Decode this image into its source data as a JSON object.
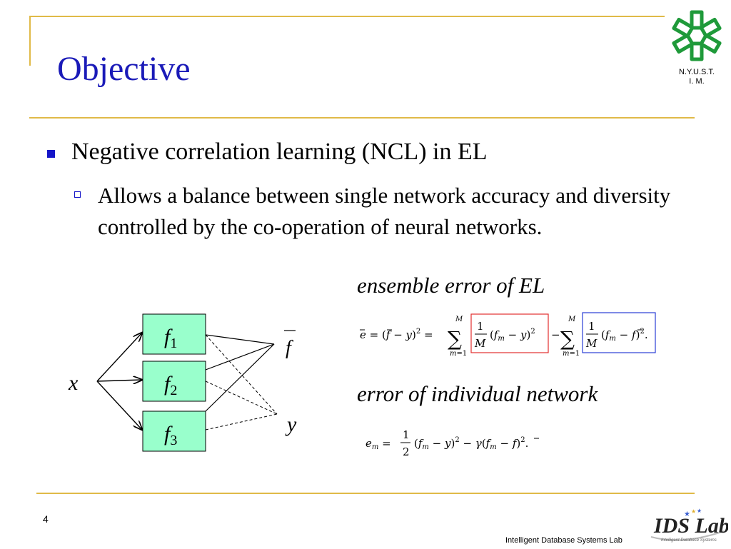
{
  "slide": {
    "title": "Objective",
    "bullet": "Negative correlation learning (NCL) in EL",
    "sub_bullet": "Allows a balance between single network accuracy and diversity controlled by the co-operation of neural networks.",
    "caption_ensemble": "ensemble error of EL",
    "caption_individual": "error of individual network",
    "page_number": "4",
    "footer": "Intelligent Database Systems Lab"
  },
  "logo": {
    "line1": "N.Y.U.S.T.",
    "line2": "I. M.",
    "lab_logo": "IDS Lab",
    "lab_tagline": "Intelligent Database Systems"
  },
  "diagram": {
    "input": "x",
    "nodes": [
      {
        "name": "f",
        "sub": "1"
      },
      {
        "name": "f",
        "sub": "2"
      },
      {
        "name": "f",
        "sub": "3"
      }
    ],
    "output_mean": "f",
    "target": "y"
  },
  "colors": {
    "title": "#1a1ab8",
    "accent_line": "#e0ba48",
    "node_fill": "#99ffcc",
    "box_red": "#e23030",
    "box_blue": "#2a3ed6",
    "logo_green": "#1f9a3a"
  }
}
